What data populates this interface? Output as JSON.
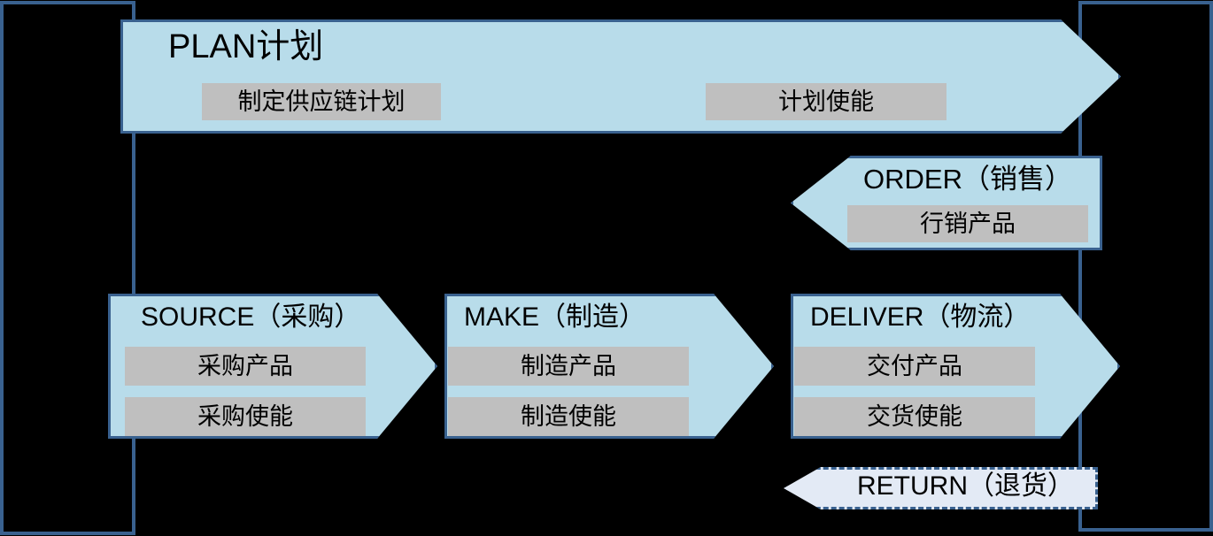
{
  "diagram": {
    "type": "scor-supply-chain-process-diagram",
    "colors": {
      "background": "#000000",
      "arrow_fill": "#b8dcea",
      "arrow_border": "#39618f",
      "sub_box_fill": "#bfbfbf",
      "dashed_arrow_fill": "#e3eaf5",
      "text": "#000000"
    },
    "frame": {
      "left_rail_name": "left-boundary-rail",
      "right_rail_name": "right-boundary-rail"
    },
    "processes": [
      {
        "id": "plan",
        "title": "PLAN计划",
        "direction": "right",
        "style": "solid",
        "subs": [
          "制定供应链计划",
          "计划使能"
        ]
      },
      {
        "id": "order",
        "title": "ORDER（销售）",
        "direction": "left",
        "style": "solid",
        "subs": [
          "行销产品"
        ]
      },
      {
        "id": "source",
        "title": "SOURCE（采购）",
        "direction": "right",
        "style": "solid",
        "subs": [
          "采购产品",
          "采购使能"
        ]
      },
      {
        "id": "make",
        "title": "MAKE（制造）",
        "direction": "right",
        "style": "solid",
        "subs": [
          "制造产品",
          "制造使能"
        ]
      },
      {
        "id": "deliver",
        "title": "DELIVER（物流）",
        "direction": "right",
        "style": "solid",
        "subs": [
          "交付产品",
          "交货使能"
        ]
      },
      {
        "id": "return",
        "title": "RETURN（退货）",
        "direction": "left",
        "style": "dashed",
        "subs": []
      }
    ]
  }
}
